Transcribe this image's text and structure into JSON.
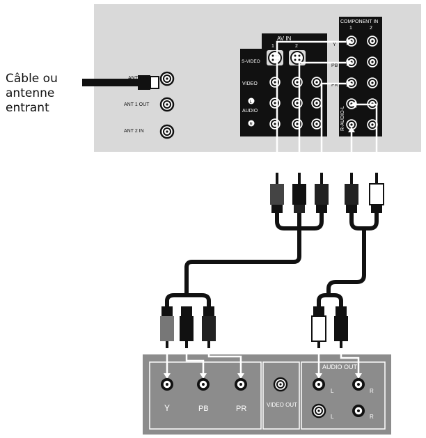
{
  "caption": [
    "Câble ou",
    "antenne",
    "entrant"
  ],
  "tv_panel": {
    "ant_in": "ANT 1 IN",
    "ant_out": "ANT 1 OUT",
    "ant2_in": "ANT 2 IN",
    "av_in": "AV IN",
    "av_col1": "1",
    "av_col2": "2",
    "svideo": "S-VIDEO",
    "video": "VIDEO",
    "audio": "AUDIO",
    "audio_l": "L",
    "audio_r": "R",
    "component_in": "COMPONENT IN",
    "comp_col1": "1",
    "comp_col2": "2",
    "comp_y": "Y",
    "comp_pb": "PB",
    "comp_pr": "PR",
    "vertical_audio": "R-AUDIO-L"
  },
  "device_panel": {
    "y": "Y",
    "pb": "PB",
    "pr": "PR",
    "video_out": "VIDEO OUT",
    "audio_out": "AUDIO OUT",
    "l1": "L",
    "r1": "R",
    "l2": "L",
    "r2": "R"
  },
  "colors": {
    "panel": "#d9d9d9",
    "device": "#8c8c8c",
    "cable": "#111111",
    "line": "#ffffff"
  }
}
